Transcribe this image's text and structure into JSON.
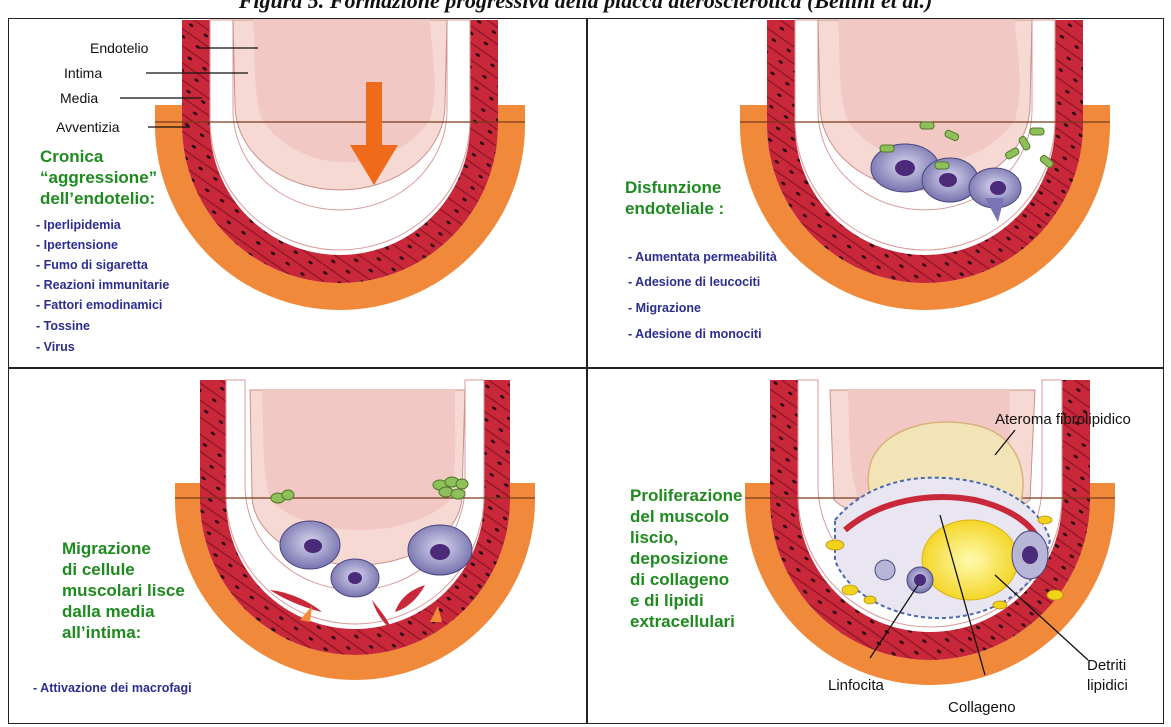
{
  "caption": "Figura 5. Formazione progressiva della placca aterosclerotica (Bellini et al.)",
  "panel1": {
    "layer_labels": [
      "Endotelio",
      "Intima",
      "Media",
      "Avventizia"
    ],
    "title_lines": [
      "Cronica",
      "“aggressione”",
      "dell’endotelio:"
    ],
    "items": [
      "- Iperlipidemia",
      "- Ipertensione",
      "- Fumo di sigaretta",
      "- Reazioni immunitarie",
      "- Fattori emodinamici",
      "- Tossine",
      "- Virus"
    ]
  },
  "panel2": {
    "title_lines": [
      "Disfunzione",
      "endoteliale :"
    ],
    "items": [
      "- Aumentata permeabilità",
      "- Adesione di leucociti",
      "- Migrazione",
      "- Adesione di monociti"
    ]
  },
  "panel3": {
    "title_lines": [
      "Migrazione",
      "di cellule",
      "muscolari lisce",
      "dalla media",
      "all’intima:"
    ],
    "items": [
      "- Attivazione dei macrofagi"
    ]
  },
  "panel4": {
    "title_lines": [
      "Proliferazione",
      "del muscolo",
      "liscio,",
      "deposizione",
      "di collageno",
      "e di lipidi",
      "extracellulari"
    ],
    "labels": {
      "ateroma": "Ateroma fibrolipidico",
      "detriti_1": "Detriti",
      "detriti_2": "lipidici",
      "linfocita": "Linfocita",
      "collageno": "Collageno"
    }
  },
  "colors": {
    "adventitia": "#f08a3a",
    "media": "#c8283a",
    "lumen": "#f2c8c4",
    "title_green": "#1f8a1f",
    "list_blue": "#2c2d8f",
    "arrow": "#f06a1c"
  }
}
